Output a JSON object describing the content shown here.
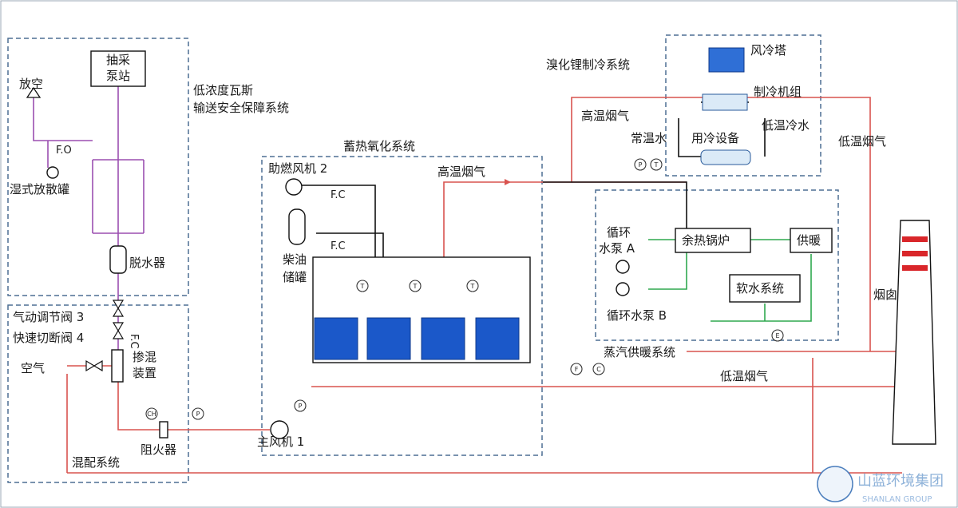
{
  "colors": {
    "hot_flue": "#d9534f",
    "gas_line": "#9b4fb0",
    "water_line": "#2fa84f",
    "control_line": "#111111",
    "box_border": "#4d6f93",
    "media_blue": "#1b58c9",
    "chimney_stripe": "#d9262a"
  },
  "sections": {
    "low_gas": "低浓度瓦斯\n输送安全保障系统",
    "mixing": "混配系统",
    "rto": "蓄热氧化系统",
    "refrigeration": "溴化锂制冷系统",
    "steam": "蒸汽供暖系统"
  },
  "labels": {
    "pump_station": "抽采\n泵站",
    "vent": "放空",
    "wet_tank": "湿式放散罐",
    "fo": "F.O",
    "dewater": "脱水器",
    "pneumatic_valve": "气动调节阀 3",
    "quick_valve": "快速切断阀 4",
    "fc_vert": "F.C",
    "air": "空气",
    "mixer": "掺混\n装置",
    "flame_arrester": "阻火器",
    "fan2": "助燃风机 2",
    "fc1": "F.C",
    "fc2": "F.C",
    "diesel": "柴油\n储罐",
    "main_fan": "主风机 1",
    "hot_flue_1": "高温烟气",
    "hot_flue_2": "高温烟气",
    "cooling_tower": "风冷塔",
    "chiller": "制冷机组",
    "normal_water": "常温水",
    "cold_equipment": "用冷设备",
    "low_temp_water": "低温冷水",
    "low_flue_1": "低温烟气",
    "low_flue_2": "低温烟气",
    "pump_a": "循环\n水泵 A",
    "pump_b": "循环水泵 B",
    "boiler": "余热锅炉",
    "heating": "供暖",
    "soft_water": "软水系统",
    "chimney": "烟囱"
  },
  "gauge_letters": {
    "p": "P",
    "t": "T",
    "f": "F",
    "c": "C",
    "ch": "CH",
    "e": "E"
  },
  "watermark": {
    "cn": "山蓝环境集团",
    "en": "SHANLAN GROUP"
  }
}
